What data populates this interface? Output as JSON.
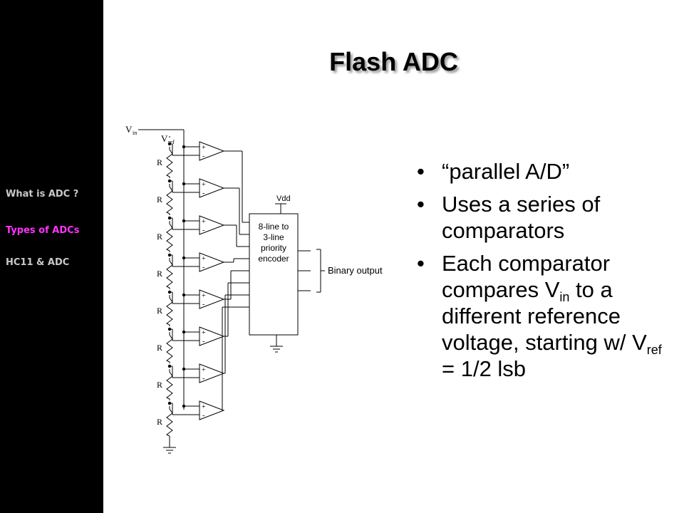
{
  "sidebar": {
    "items": [
      {
        "label": "What is ADC ?",
        "active": false
      },
      {
        "label": "Types of ADCs",
        "active": true
      },
      {
        "label": "HC11 & ADC",
        "active": false
      }
    ],
    "active_color": "#ff33ff",
    "inactive_color": "#c9c9c9"
  },
  "slide": {
    "title": "Flash ADC",
    "bullet_char": "•",
    "bullets": {
      "b1": "“parallel A/D”",
      "b2": "Uses a series of comparators",
      "b3_part1": "Each comparator compares V",
      "b3_sub1": "in",
      "b3_part2": " to a different reference voltage, starting w/ V",
      "b3_sub2": "ref",
      "b3_part3": " = 1/2 lsb"
    }
  },
  "diagram": {
    "vin_main": "V",
    "vin_sub": "in",
    "vref_main": "V",
    "vref_sub": "ref",
    "resistor_label": "R",
    "plus": "+",
    "minus": "-",
    "vdd": "Vdd",
    "encoder_lines": [
      "8-line to",
      "3-line",
      "priority",
      "encoder"
    ],
    "output_label": "Binary output"
  }
}
